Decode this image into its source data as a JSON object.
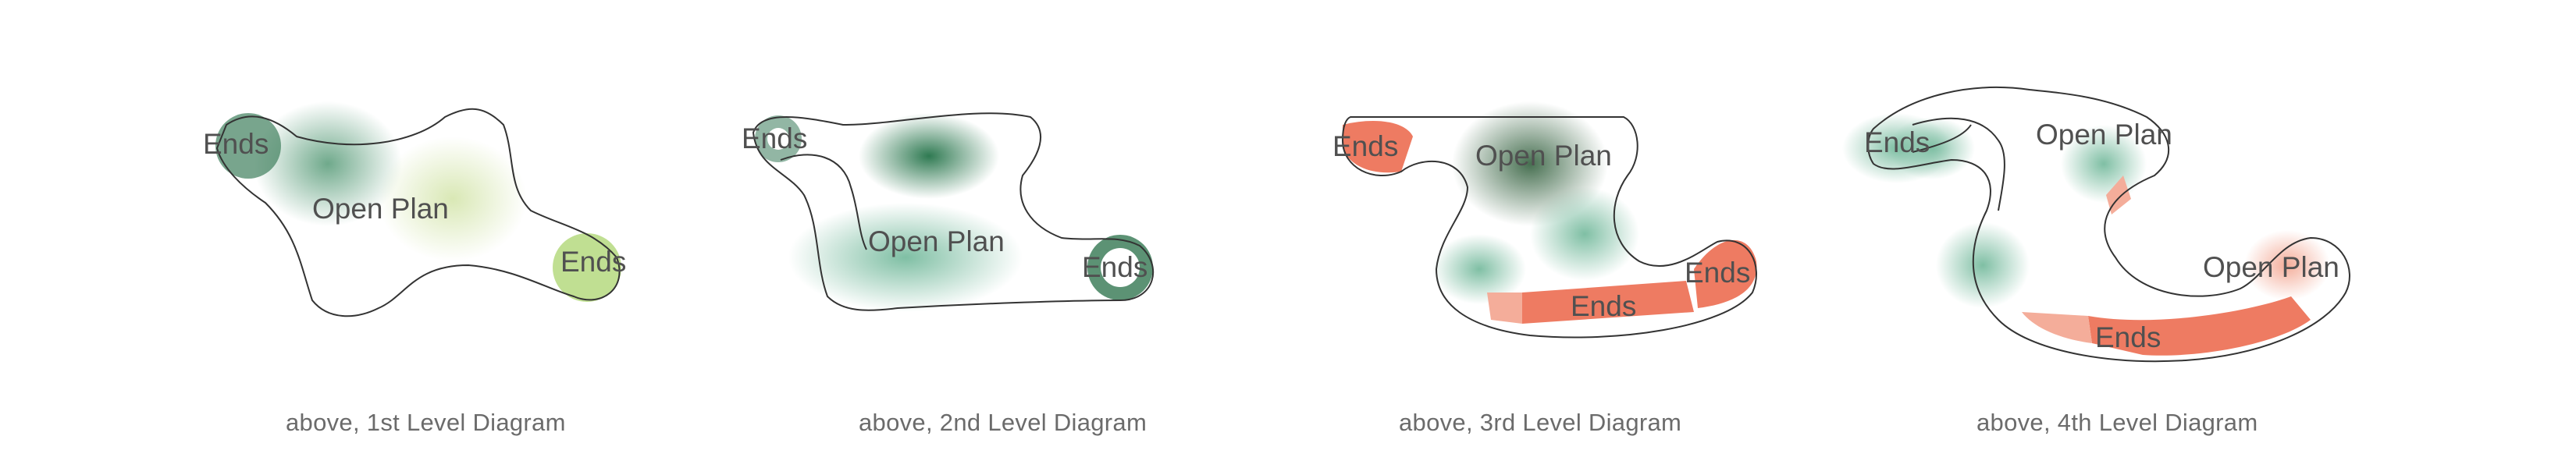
{
  "panels": [
    {
      "caption": "above, 1st Level Diagram",
      "labels": {
        "ends_a": "Ends",
        "open_plan": "Open Plan",
        "ends_b": "Ends"
      }
    },
    {
      "caption": "above, 2nd Level Diagram",
      "labels": {
        "ends_a": "Ends",
        "open_plan": "Open Plan",
        "ends_b": "Ends"
      }
    },
    {
      "caption": "above, 3rd Level Diagram",
      "labels": {
        "ends_a": "Ends",
        "open_plan": "Open Plan",
        "ends_b": "Ends",
        "ends_c": "Ends"
      }
    },
    {
      "caption": "above, 4th Level Diagram",
      "labels": {
        "ends_a": "Ends",
        "open_plan_a": "Open Plan",
        "open_plan_b": "Open Plan",
        "ends_b": "Ends"
      }
    }
  ],
  "colors": {
    "green_dark": "#3f7f5c",
    "green_mid": "#7fbfa4",
    "yellow_green": "#c7e29c",
    "coral": "#ee7b62",
    "coral_light": "#f4ad9a",
    "outline": "#333333",
    "caption_text": "#6b6b6b"
  }
}
